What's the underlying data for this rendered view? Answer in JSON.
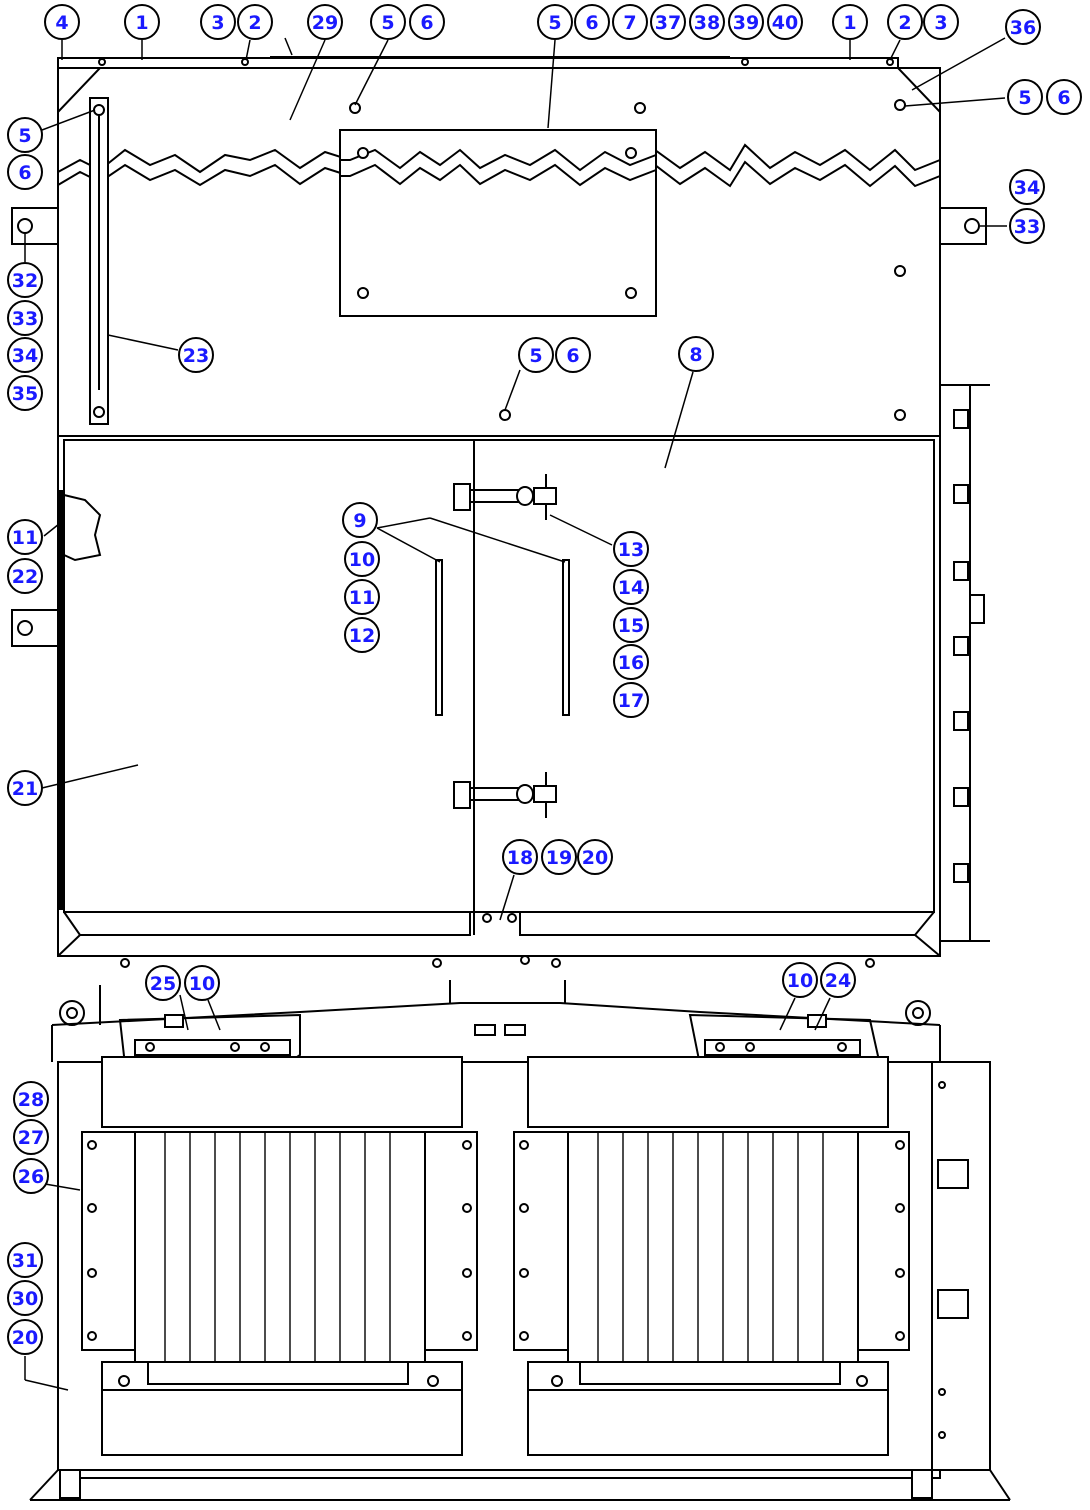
{
  "callouts": [
    {
      "id": "c4",
      "label": "4"
    },
    {
      "id": "c1a",
      "label": "1"
    },
    {
      "id": "c3a",
      "label": "3"
    },
    {
      "id": "c2a",
      "label": "2"
    },
    {
      "id": "c29",
      "label": "29"
    },
    {
      "id": "c5a",
      "label": "5"
    },
    {
      "id": "c6a",
      "label": "6"
    },
    {
      "id": "c5b",
      "label": "5"
    },
    {
      "id": "c6b",
      "label": "6"
    },
    {
      "id": "c7",
      "label": "7"
    },
    {
      "id": "c37",
      "label": "37"
    },
    {
      "id": "c38",
      "label": "38"
    },
    {
      "id": "c39",
      "label": "39"
    },
    {
      "id": "c40",
      "label": "40"
    },
    {
      "id": "c1b",
      "label": "1"
    },
    {
      "id": "c2b",
      "label": "2"
    },
    {
      "id": "c3b",
      "label": "3"
    },
    {
      "id": "c36",
      "label": "36"
    },
    {
      "id": "c5c",
      "label": "5"
    },
    {
      "id": "c6c",
      "label": "6"
    },
    {
      "id": "c5d",
      "label": "5"
    },
    {
      "id": "c6d",
      "label": "6"
    },
    {
      "id": "c34a",
      "label": "34"
    },
    {
      "id": "c33a",
      "label": "33"
    },
    {
      "id": "c32",
      "label": "32"
    },
    {
      "id": "c33b",
      "label": "33"
    },
    {
      "id": "c34b",
      "label": "34"
    },
    {
      "id": "c35",
      "label": "35"
    },
    {
      "id": "c23",
      "label": "23"
    },
    {
      "id": "c5e",
      "label": "5"
    },
    {
      "id": "c6e",
      "label": "6"
    },
    {
      "id": "c8",
      "label": "8"
    },
    {
      "id": "c9",
      "label": "9"
    },
    {
      "id": "c10a",
      "label": "10"
    },
    {
      "id": "c11a",
      "label": "11"
    },
    {
      "id": "c12",
      "label": "12"
    },
    {
      "id": "c13",
      "label": "13"
    },
    {
      "id": "c14",
      "label": "14"
    },
    {
      "id": "c15",
      "label": "15"
    },
    {
      "id": "c16",
      "label": "16"
    },
    {
      "id": "c17",
      "label": "17"
    },
    {
      "id": "c11b",
      "label": "11"
    },
    {
      "id": "c22",
      "label": "22"
    },
    {
      "id": "c21",
      "label": "21"
    },
    {
      "id": "c18",
      "label": "18"
    },
    {
      "id": "c19",
      "label": "19"
    },
    {
      "id": "c20a",
      "label": "20"
    },
    {
      "id": "c25",
      "label": "25"
    },
    {
      "id": "c10b",
      "label": "10"
    },
    {
      "id": "c10c",
      "label": "10"
    },
    {
      "id": "c24",
      "label": "24"
    },
    {
      "id": "c28",
      "label": "28"
    },
    {
      "id": "c27",
      "label": "27"
    },
    {
      "id": "c26",
      "label": "26"
    },
    {
      "id": "c31",
      "label": "31"
    },
    {
      "id": "c30",
      "label": "30"
    },
    {
      "id": "c20b",
      "label": "20"
    }
  ]
}
